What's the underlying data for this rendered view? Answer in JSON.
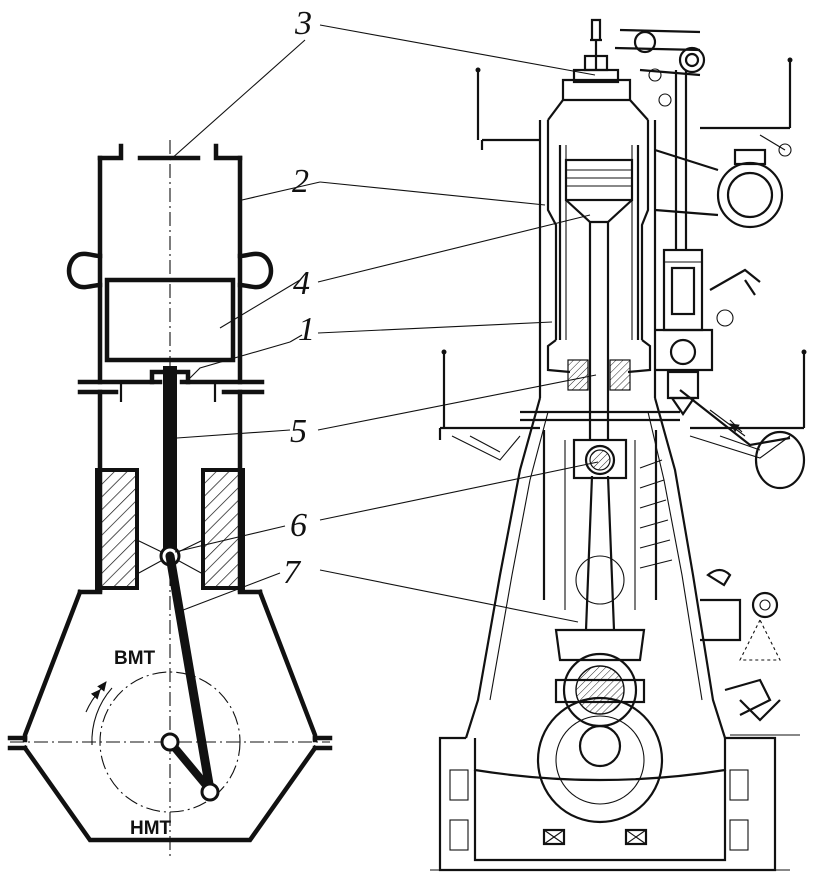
{
  "labels": {
    "n1": "1",
    "n2": "2",
    "n3": "3",
    "n4": "4",
    "n5": "5",
    "n6": "6",
    "n7": "7",
    "tdc": "ВМТ",
    "bdc": "НМТ"
  }
}
